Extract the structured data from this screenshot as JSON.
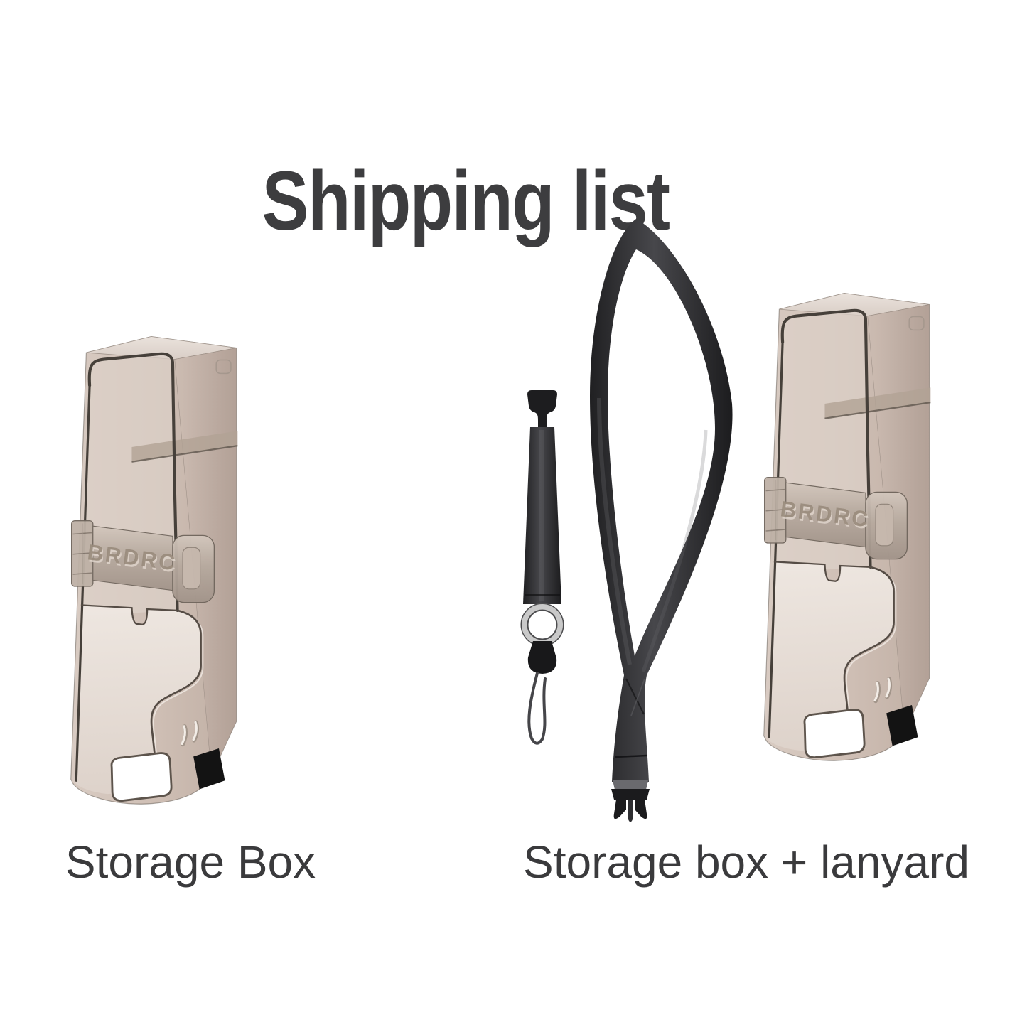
{
  "title": "Shipping list",
  "items": [
    {
      "label": "Storage Box"
    },
    {
      "label": "Storage box + lanyard"
    }
  ],
  "brand_embossed": "BRDRC",
  "colors": {
    "background": "#ffffff",
    "title_text": "#3d3d3f",
    "caption_text": "#3a3a3c",
    "box_plastic_front": "#cfbfb5",
    "box_plastic_top": "#e4dbd4",
    "box_inner_light": "#e9e1da",
    "box_outline": "#46403a",
    "clip_plastic": "#b7aa9f",
    "latch_black": "#131313",
    "lanyard_black": "#2a2a2c",
    "ring_metal": "#c9c9c9"
  }
}
